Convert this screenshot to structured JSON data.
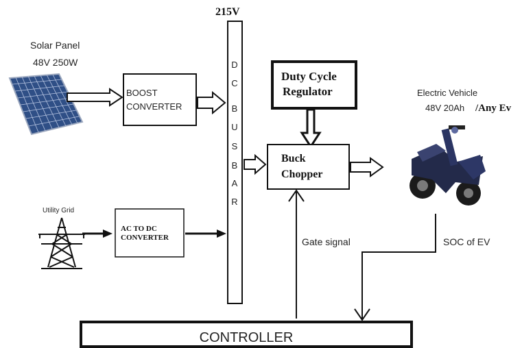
{
  "bus_voltage": "215V",
  "solar": {
    "title": "Solar Panel",
    "rating": "48V 250W"
  },
  "boost": {
    "line1": "BOOST",
    "line2": "CONVERTER"
  },
  "dc_bus": {
    "letters": [
      "D",
      "C",
      "B",
      "U",
      "S",
      "B",
      "A",
      "R"
    ]
  },
  "duty": {
    "line1": "Duty Cycle",
    "line2": "Regulator"
  },
  "buck": {
    "line1": "Buck",
    "line2": "Chopper"
  },
  "ev": {
    "title": "Electric Vehicle",
    "rating": "48V 20Ah",
    "any": "/Any Ev"
  },
  "grid": {
    "title": "Utility Grid"
  },
  "acdc": {
    "line1": "AC TO DC",
    "line2": "CONVERTER"
  },
  "gate_signal": "Gate signal",
  "soc": "SOC of EV",
  "controller": "CONTROLLER"
}
